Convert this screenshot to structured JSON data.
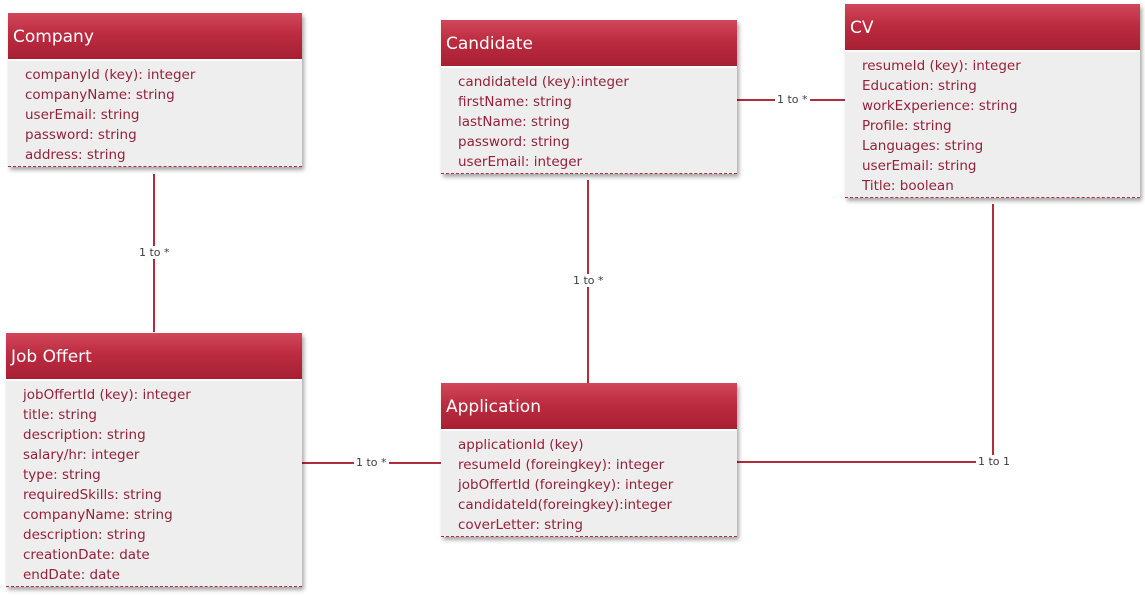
{
  "entities": {
    "company": {
      "title": "Company",
      "attributes": [
        "companyId (key): integer",
        "companyName: string",
        "userEmail: string",
        "password: string",
        "address: string"
      ]
    },
    "candidate": {
      "title": "Candidate",
      "attributes": [
        "candidateId (key):integer",
        "firstName: string",
        "lastName: string",
        "password: string",
        "userEmail: integer"
      ]
    },
    "cv": {
      "title": "CV",
      "attributes": [
        "resumeId (key): integer",
        "Education: string",
        "workExperience: string",
        "Profile: string",
        "Languages: string",
        "userEmail: string",
        "Title: boolean"
      ]
    },
    "job_offert": {
      "title": "Job Offert",
      "attributes": [
        "jobOffertId (key): integer",
        "title: string",
        "description: string",
        "salary/hr: integer",
        "type: string",
        "requiredSkills: string",
        "companyName: string",
        "description: string",
        "creationDate: date",
        "endDate: date"
      ]
    },
    "application": {
      "title": "Application",
      "attributes": [
        "applicationId (key)",
        "resumeId (foreingkey): integer",
        "jobOffertId (foreingkey): integer",
        "candidateId(foreingkey):integer",
        "coverLetter: string"
      ]
    }
  },
  "relations": {
    "company_job": "1 to *",
    "candidate_cv": "1 to *",
    "candidate_application": "1 to *",
    "job_application": "1 to *",
    "cv_application": "1 to 1"
  },
  "colors": {
    "header_top": "#d2475b",
    "header_bottom": "#a71f33",
    "attribute_text": "#93213a",
    "body_bg": "#efeeee",
    "connector": "#b22c3e"
  }
}
